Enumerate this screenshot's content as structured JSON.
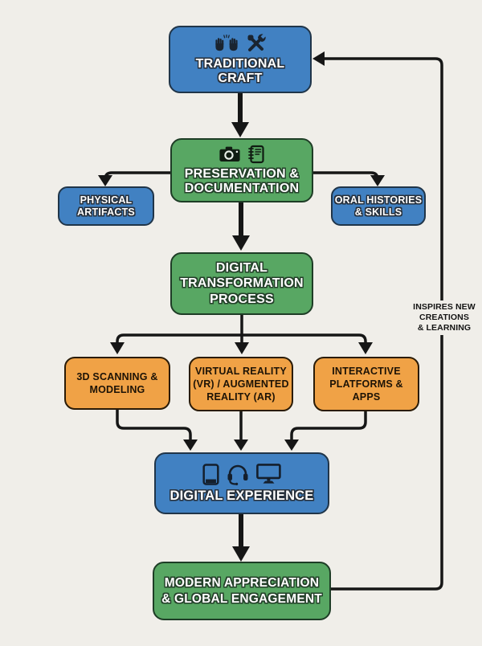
{
  "diagram": {
    "background_color": "#f0eee9",
    "node_colors": {
      "blue": "#4181c2",
      "green": "#58a763",
      "orange": "#f0a246",
      "connector": "#161616"
    },
    "nodes": {
      "traditional_craft": {
        "label": "TRADITIONAL CRAFT",
        "color": "blue",
        "icons": [
          "raised-hands-icon",
          "crossed-tools-icon"
        ]
      },
      "preservation": {
        "label": "PRESERVATION & DOCUMENTATION",
        "color": "green",
        "icons": [
          "camera-icon",
          "notebook-icon"
        ]
      },
      "physical_artifacts": {
        "label": "PHYSICAL ARTIFACTS",
        "color": "blue"
      },
      "oral_histories": {
        "label": "ORAL HISTORIES & SKILLS",
        "color": "blue"
      },
      "digital_transformation": {
        "label": "DIGITAL TRANSFORMATION PROCESS",
        "color": "green"
      },
      "scanning": {
        "label": "3D SCANNING & MODELING",
        "color": "orange"
      },
      "vr_ar": {
        "label": "VIRTUAL REALITY (VR) / AUGMENTED REALITY (AR)",
        "color": "orange"
      },
      "platforms": {
        "label": "INTERACTIVE PLATFORMS & APPS",
        "color": "orange"
      },
      "digital_experience": {
        "label": "DIGITAL EXPERIENCE",
        "color": "blue",
        "icons": [
          "tablet-icon",
          "headset-icon",
          "monitor-icon"
        ]
      },
      "modern_appreciation": {
        "label": "MODERN APPRECIATION & GLOBAL ENGAGEMENT",
        "color": "green"
      }
    },
    "feedback": {
      "lines": [
        "INSPIRES NEW",
        "CREATIONS",
        "& LEARNING"
      ],
      "from": "MODERN APPRECIATION & GLOBAL ENGAGEMENT",
      "to": "TRADITIONAL CRAFT"
    }
  }
}
